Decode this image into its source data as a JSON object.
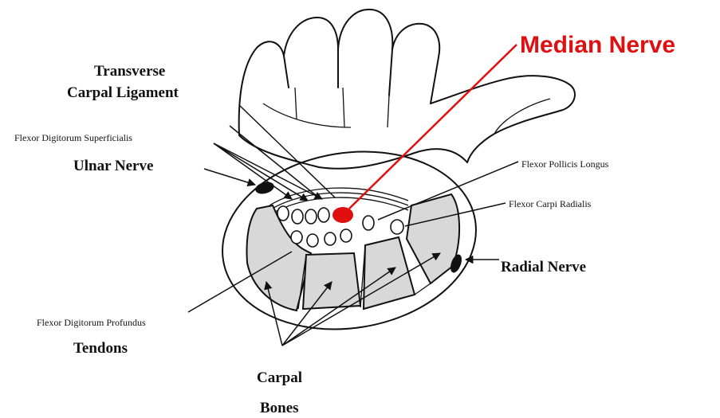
{
  "title": "Median Nerve",
  "labels": {
    "transverse_1": "Transverse",
    "transverse_2": "Carpal Ligament",
    "fds": "Flexor   Digitorum Superficialis",
    "ulnar": "Ulnar Nerve",
    "fpl": "Flexor   Pollicis Longus",
    "fcr": "Flexor   Carpi Radialis",
    "radial": "Radial Nerve",
    "fdp": "Flexor   Digitorum Profundus",
    "tendons": "Tendons",
    "carpal_1": "Carpal",
    "carpal_2": "Bones"
  },
  "colors": {
    "highlight": "#e01010",
    "ink": "#111111",
    "bone": "#d8d8d8"
  }
}
